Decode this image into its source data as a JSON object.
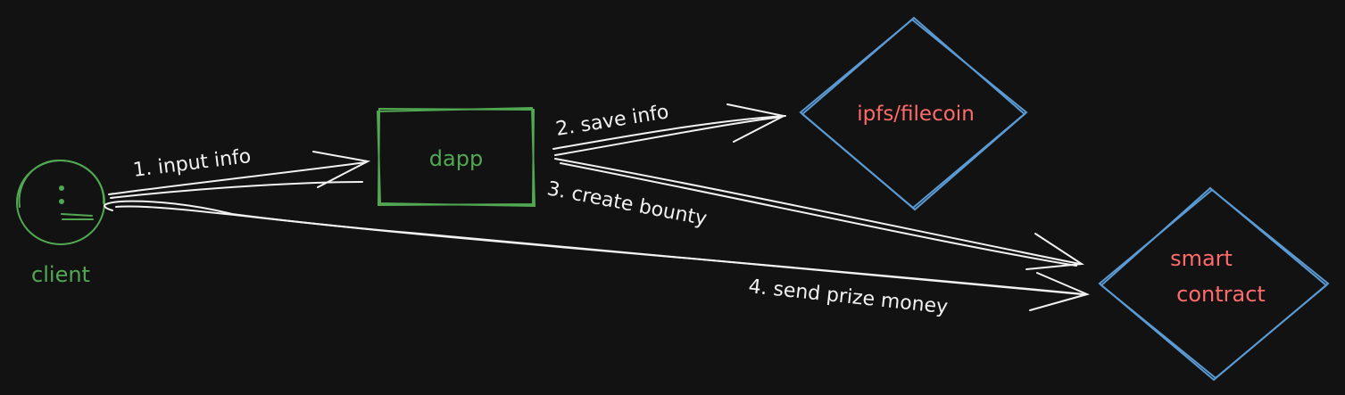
{
  "theme": {
    "background": "#121212",
    "stroke_white": "#f2f2f2",
    "node_green": "#52a852",
    "node_blue": "#5b9bd5",
    "label_red": "#ff6b6b"
  },
  "nodes": {
    "client": {
      "label": "client",
      "icon": "neutral-face-icon"
    },
    "dapp": {
      "label": "dapp"
    },
    "ipfs": {
      "label": "ipfs/filecoin"
    },
    "contract": {
      "label_line1": "smart",
      "label_line2": "contract"
    }
  },
  "edges": {
    "input_info": "1. input info",
    "save_info": "2. save info",
    "create_bounty": "3. create bounty",
    "send_prize": "4. send prize money"
  }
}
